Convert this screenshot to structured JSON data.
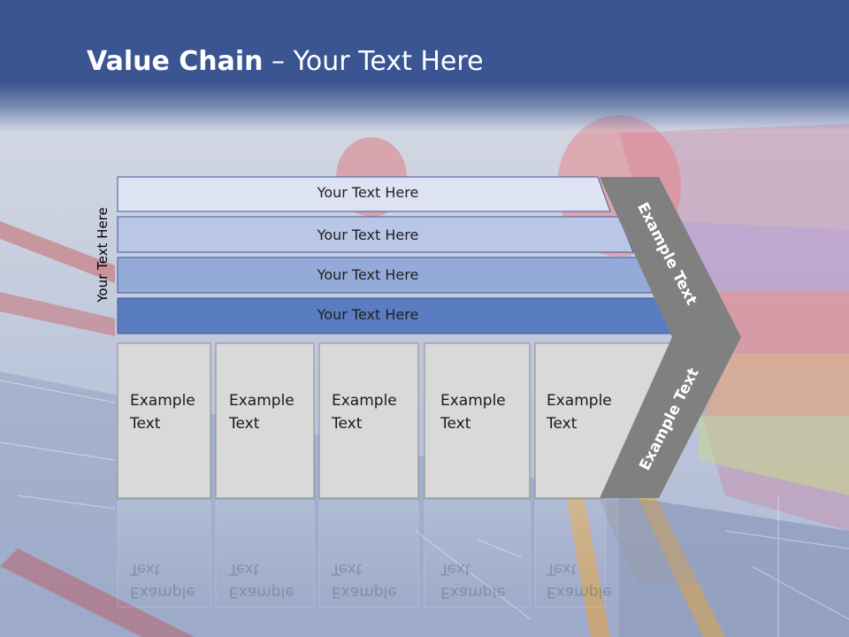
{
  "title": {
    "strong": "Value Chain",
    "rest": " – Your Text Here"
  },
  "side_label": "Your Text Here",
  "bars": [
    {
      "label": "Your Text Here",
      "fill": "#dde3f3"
    },
    {
      "label": "Your Text Here",
      "fill": "#b9c6e6"
    },
    {
      "label": "Your Text Here",
      "fill": "#94abda"
    },
    {
      "label": "Your Text Here",
      "fill": "#5a7cc0"
    }
  ],
  "boxes": [
    {
      "line1": "Example",
      "line2": "Text"
    },
    {
      "line1": "Example",
      "line2": "Text"
    },
    {
      "line1": "Example",
      "line2": "Text"
    },
    {
      "line1": "Example",
      "line2": "Text"
    },
    {
      "line1": "Example",
      "line2": "Text"
    }
  ],
  "chevron": {
    "upper_label": "Example Text",
    "lower_label": "Example Text",
    "fill": "#808080"
  },
  "colors": {
    "header": "#3a5591",
    "box_fill": "#d9d9d9",
    "bar_stroke": "#3d5a99"
  }
}
